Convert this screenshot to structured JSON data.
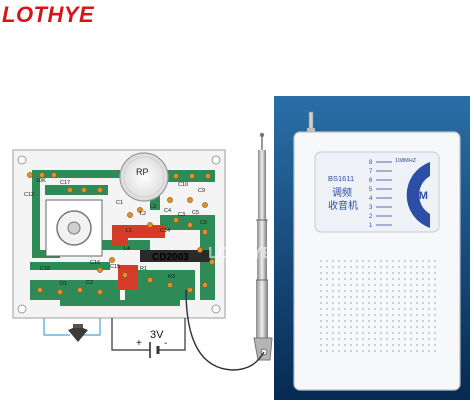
{
  "brand": {
    "name": "LOTHYE",
    "color": "#d7141a"
  },
  "pcb": {
    "potentiometer_label": "RP",
    "ic_label": "CD2003",
    "component_labels": [
      "10K",
      "C12",
      "C17",
      "C10",
      "C9",
      "C4",
      "C3",
      "C5",
      "C6",
      "C14",
      "C1",
      "C16",
      "C15",
      "L1",
      "L2",
      "L3",
      "R1",
      "R3",
      "C18",
      "D1",
      "C2",
      "L4"
    ],
    "colors": {
      "board": "#f2f2f2",
      "copper": "#2e8b57",
      "pad": "#e0902a",
      "red_trace": "#d63b2a"
    }
  },
  "power": {
    "voltage_label": "3V",
    "plus_label": "+",
    "minus_label": "-"
  },
  "radio": {
    "model": "BS1611",
    "name_line1": "调频",
    "name_line2": "收音机",
    "band": "FM",
    "freq_top": "108MHZ",
    "dial_marks": [
      "8",
      "7",
      "6",
      "5",
      "4",
      "3",
      "2",
      "1"
    ],
    "colors": {
      "body": "#f7f8fa",
      "dial_blue": "#2d4ea6",
      "panel_bg": "#0b3a6b"
    }
  }
}
